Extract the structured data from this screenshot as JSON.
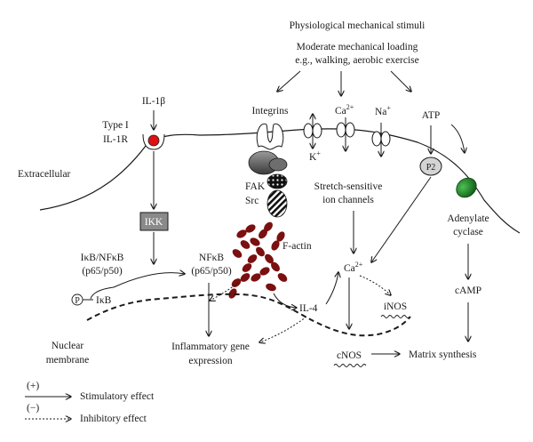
{
  "stimuli": {
    "title": "Physiological mechanical stimuli",
    "loading_line1": "Moderate mechanical loading",
    "loading_line2": "e.g., walking, aerobic exercise"
  },
  "membrane": {
    "extracellular": "Extracellular",
    "nuclear_line1": "Nuclear",
    "nuclear_line2": "membrane"
  },
  "receptors": {
    "il1b": "IL-1β",
    "type1_line1": "Type I",
    "type1_line2": "IL-1R",
    "integrins": "Integrins",
    "ca_top": "Ca",
    "ca_top_sup": "2+",
    "na": "Na",
    "na_sup": "+",
    "k": "K",
    "k_sup": "+",
    "atp": "ATP",
    "p2": "P2"
  },
  "signaling": {
    "fak": "FAK",
    "src": "Src",
    "ikk": "IKK",
    "ikb_nfkb_line1": "IκB/NFκB",
    "ikb_nfkb_line2": "(p65/p50)",
    "p_circle": "P",
    "ikb": "IκB",
    "nfkb_line1": "NFκB",
    "nfkb_line2": "(p65/p50)",
    "factin": "F-actin",
    "stretch_line1": "Stretch-sensitive",
    "stretch_line2": "ion channels",
    "ca_mid": "Ca",
    "ca_mid_sup": "2+",
    "il4": "IL-4",
    "inos": "iNOS",
    "adenylate_line1": "Adenylate",
    "adenylate_line2": "cyclase",
    "camp": "cAMP",
    "inflam_line1": "Inflammatory gene",
    "inflam_line2": "expression",
    "cnos": "cNOS",
    "matrix": "Matrix synthesis"
  },
  "legend": {
    "plus": "(+)",
    "stim": "Stimulatory effect",
    "minus": "(−)",
    "inhib": "Inhibitory effect"
  },
  "colors": {
    "receptor_red": "#dd1111",
    "factin_red": "#7a1010",
    "adenylate_green": "#117a1a",
    "ikk_gray": "#8a8a8a",
    "p2_gray": "#d4d4d4"
  }
}
